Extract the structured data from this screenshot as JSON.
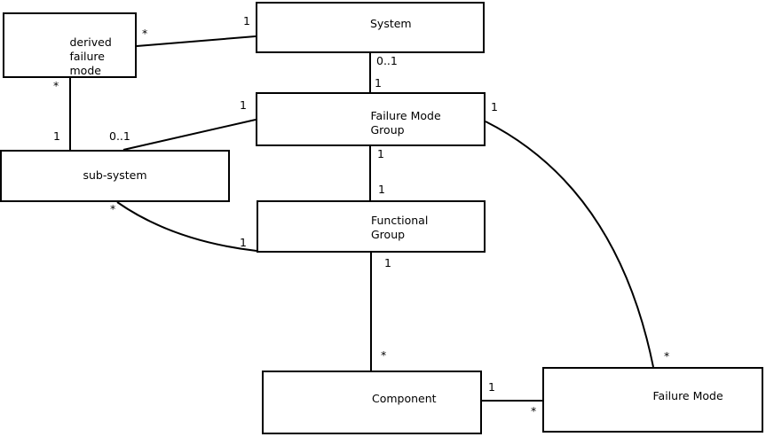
{
  "diagram": {
    "type": "uml-entity-relationship-diagram",
    "colors": {
      "background": "#ffffff",
      "line": "#000000",
      "text": "#000000",
      "box_fill": "#ffffff"
    },
    "entities": {
      "derived_failure_mode": {
        "lines": [
          "derived",
          "failure",
          "mode"
        ]
      },
      "system": {
        "lines": [
          "System"
        ]
      },
      "failure_mode_group": {
        "lines": [
          "Failure Mode",
          "Group"
        ]
      },
      "sub_system": {
        "lines": [
          "sub-system"
        ]
      },
      "functional_group": {
        "lines": [
          "Functional",
          "Group"
        ]
      },
      "component": {
        "lines": [
          "Component"
        ]
      },
      "failure_mode": {
        "lines": [
          "Failure Mode"
        ]
      }
    },
    "relationships": [
      {
        "from": "derived failure mode",
        "to": "System",
        "from_card": "*",
        "to_card": "1"
      },
      {
        "from": "derived failure mode",
        "to": "sub-system",
        "from_card": "*",
        "to_card": "1"
      },
      {
        "from": "sub-system",
        "to": "Failure Mode Group",
        "from_card": "0..1",
        "to_card": "1"
      },
      {
        "from": "System",
        "to": "Failure Mode Group",
        "from_card": "0..1",
        "to_card": "1"
      },
      {
        "from": "Failure Mode Group",
        "to": "Functional Group",
        "from_card": "1",
        "to_card": "1"
      },
      {
        "from": "Functional Group",
        "to": "Component",
        "from_card": "1",
        "to_card": "*"
      },
      {
        "from": "sub-system",
        "to": "Functional Group",
        "from_card": "*",
        "to_card": "1"
      },
      {
        "from": "Failure Mode Group",
        "to": "Failure Mode",
        "from_card": "1",
        "to_card": "*"
      },
      {
        "from": "Component",
        "to": "Failure Mode",
        "from_card": "1",
        "to_card": "*"
      }
    ]
  }
}
